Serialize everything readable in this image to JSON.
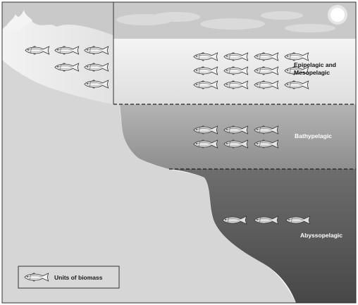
{
  "zones": [
    {
      "id": "epi-meso",
      "label_lines": [
        "Epipelagic and",
        "Mesopelagic"
      ],
      "label_color": "#111111",
      "fish_rows": [
        4,
        4,
        4
      ],
      "fish_color": "#f2f2f2"
    },
    {
      "id": "bathy",
      "label_lines": [
        "Bathypelagic"
      ],
      "label_color": "#ffffff",
      "fish_rows": [
        3,
        3
      ],
      "fish_color": "#e6e6e6"
    },
    {
      "id": "abysso",
      "label_lines": [
        "Abyssopelagic"
      ],
      "label_color": "#ffffff",
      "fish_rows": [
        3
      ],
      "fish_color": "#e0e0e0"
    }
  ],
  "shelf_fish_rows": [
    3,
    2,
    1
  ],
  "legend": {
    "label": "Units of biomass"
  },
  "colors": {
    "sky": "#c9c9c9",
    "coast_water": "#ececec",
    "land": "#d6d6d6",
    "epi_zone": "#ededed",
    "bathy_zone": "#a6a6a6",
    "abyss_zone": "#5e5e5e",
    "sun": "#ffffff",
    "outline": "#333333"
  },
  "icons": [
    "sun-icon",
    "cloud-icon",
    "fish-icon"
  ]
}
